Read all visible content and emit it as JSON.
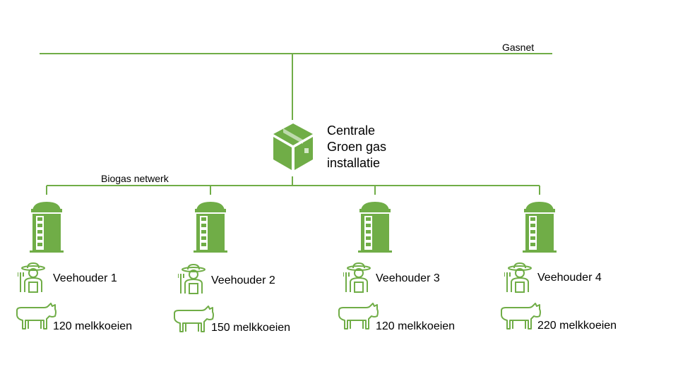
{
  "colors": {
    "green": "#70AD47"
  },
  "network": {
    "gasnet_label": "Gasnet",
    "biogas_label": "Biogas netwerk"
  },
  "central": {
    "icon": "package-box-icon",
    "line1": "Centrale",
    "line2": "Groen gas",
    "line3": "installatie"
  },
  "farms": [
    {
      "farmer": "Veehouder 1",
      "cows": "120 melkkoeien"
    },
    {
      "farmer": "Veehouder 2",
      "cows": "150 melkkoeien"
    },
    {
      "farmer": "Veehouder 3",
      "cows": "120 melkkoeien"
    },
    {
      "farmer": "Veehouder 4",
      "cows": "220 melkkoeien"
    }
  ],
  "icons": {
    "silo": "silo-icon",
    "farmer": "farmer-icon",
    "cow": "cow-icon"
  }
}
